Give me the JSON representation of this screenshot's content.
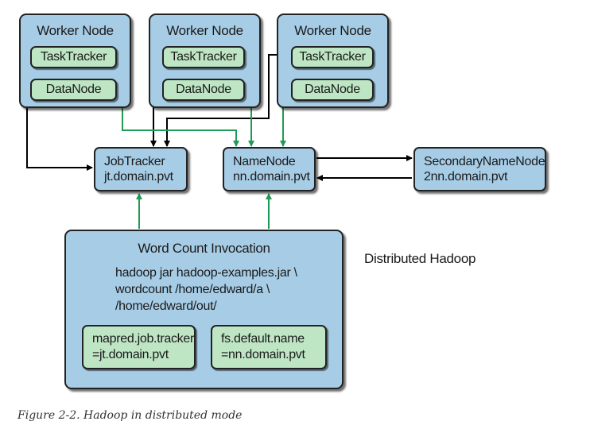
{
  "worker_nodes": [
    {
      "title": "Worker Node",
      "tasktracker": "TaskTracker",
      "datanode": "DataNode"
    },
    {
      "title": "Worker Node",
      "tasktracker": "TaskTracker",
      "datanode": "DataNode"
    },
    {
      "title": "Worker Node",
      "tasktracker": "TaskTracker",
      "datanode": "DataNode"
    }
  ],
  "jobtracker": {
    "name": "JobTracker",
    "host": "jt.domain.pvt"
  },
  "namenode": {
    "name": "NameNode",
    "host": "nn.domain.pvt"
  },
  "secondary_namenode": {
    "name": "SecondaryNameNode",
    "host": "2nn.domain.pvt"
  },
  "invocation": {
    "title": "Word Count Invocation",
    "command_lines": [
      "hadoop jar hadoop-examples.jar \\",
      "wordcount /home/edward/a \\",
      "/home/edward/out/"
    ],
    "mapred_config": [
      "mapred.job.tracker",
      "=jt.domain.pvt"
    ],
    "fs_config": [
      "fs.default.name",
      "=nn.domain.pvt"
    ]
  },
  "diagram_label": "Distributed Hadoop",
  "caption": "Figure 2-2. Hadoop in distributed mode",
  "colors": {
    "node_fill": "#a7cde6",
    "pill_fill": "#bfe6c4",
    "green_arrow": "#1e9b55",
    "black_arrow": "#000000"
  }
}
